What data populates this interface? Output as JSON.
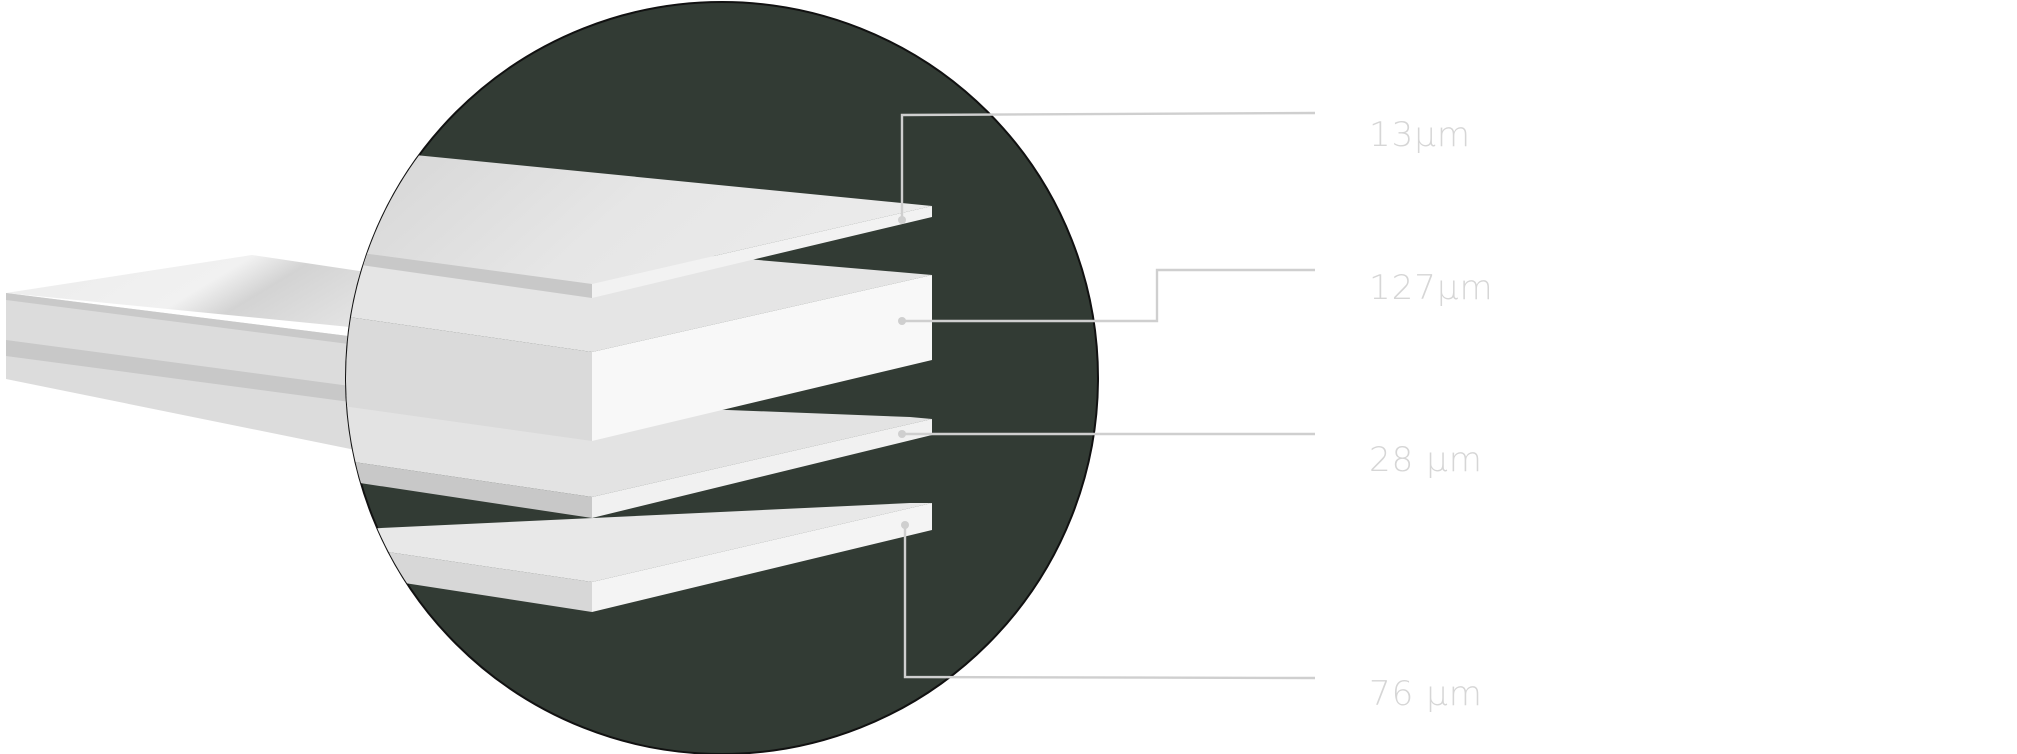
{
  "layers": [
    {
      "id": "top-film",
      "label": "13μm"
    },
    {
      "id": "core-layer",
      "label": "127μm"
    },
    {
      "id": "adhesive-layer",
      "label": "28 μm"
    },
    {
      "id": "bottom-layer",
      "label": "76 μm"
    }
  ],
  "colors": {
    "background": "#ffffff",
    "magnifier_fill": "#323b34",
    "magnifier_stroke": "#111111",
    "leader_line": "#cfcfcf",
    "label_text": "#d6d6d6"
  }
}
